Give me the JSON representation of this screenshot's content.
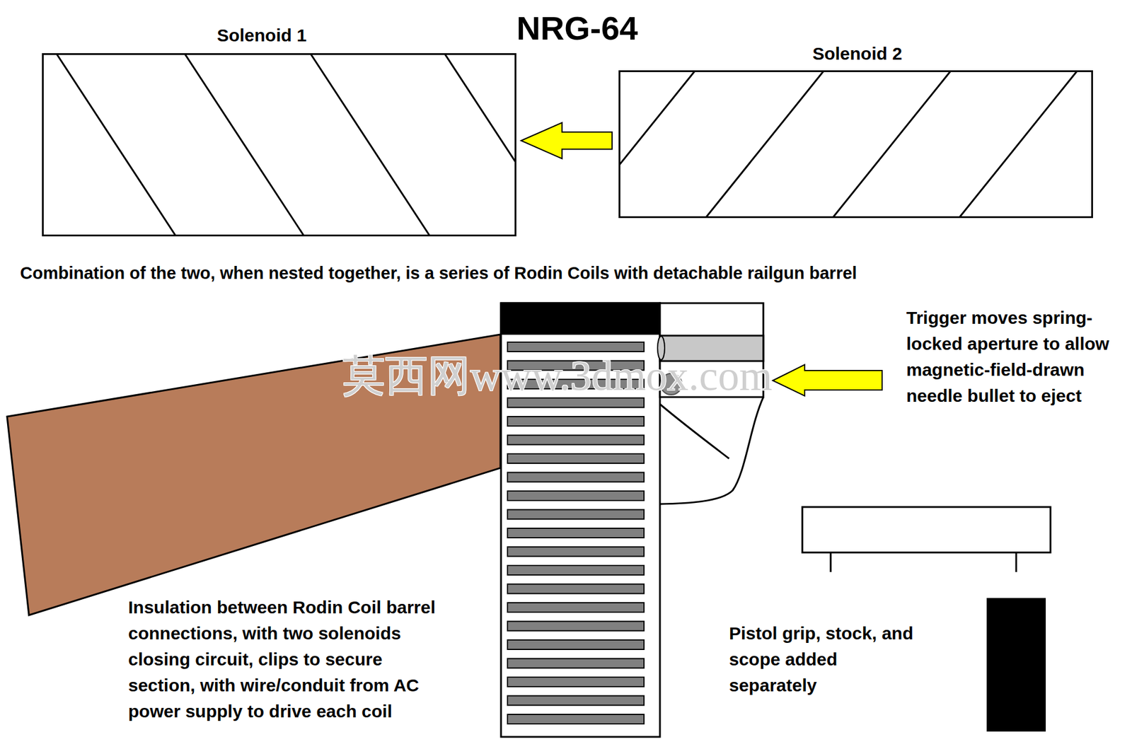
{
  "diagram": {
    "title": "NRG-64",
    "nodes": [
      {
        "text": [
          "Solenoid 1"
        ]
      },
      {
        "text": [
          "Solenoid 2"
        ]
      }
    ],
    "edges": [
      {
        "from": 1,
        "to": 0,
        "arrow": "to"
      }
    ],
    "labels": [
      "Combination of the two, when nested together, is a series of Rodin Coils with detachable railgun barrel",
      "Trigger moves spring-locked aperture to allow magnetic-field-drawn needle bullet to eject",
      "莫西网www.3dmox.com",
      "Insulation between Rodin Coil barrel connections, with two solenoids closing circuit, clips to secure section, with wire/conduit from AC power supply to drive each coil",
      "Pistol grip, stock, and scope added separately"
    ]
  }
}
